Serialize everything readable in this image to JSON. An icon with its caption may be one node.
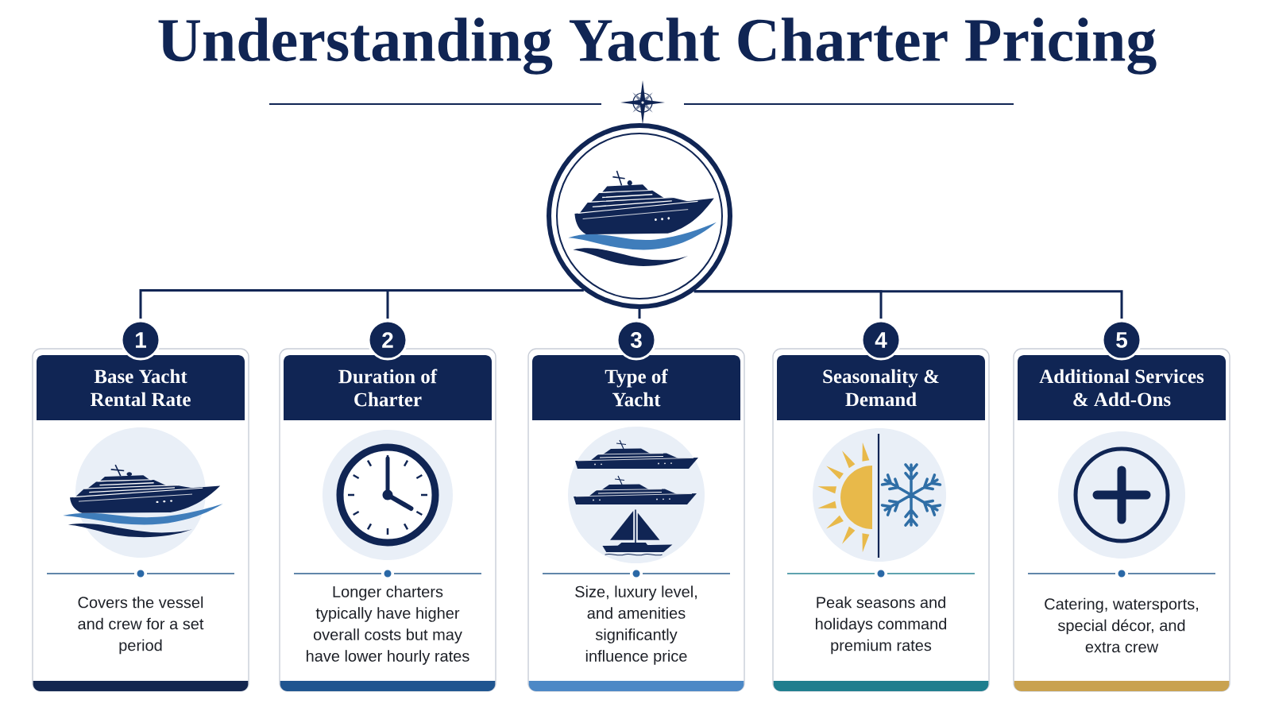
{
  "diagram": {
    "title": "Understanding Yacht Charter Pricing",
    "nodes": [
      {
        "text": [],
        "shape": "circle"
      },
      {
        "text": [
          "1",
          "Base Yacht Rental Rate",
          "Covers the vessel and crew for a set period"
        ]
      },
      {
        "text": [
          "2",
          "Duration of Charter",
          "Longer charters typically have higher overall costs but may have lower hourly rates"
        ]
      },
      {
        "text": [
          "3",
          "Type of Yacht",
          "Size, luxury level, and amenities significantly influence price"
        ]
      },
      {
        "text": [
          "4",
          "Seasonality & Demand",
          "Peak seasons and holidays command premium rates"
        ]
      },
      {
        "text": [
          "5",
          "Additional Services & Add-Ons",
          "Catering, watersports, special décor, and extra crew"
        ]
      }
    ],
    "edges": [
      {
        "from": 0,
        "to": 1,
        "arrow": "none"
      },
      {
        "from": 0,
        "to": 2,
        "arrow": "none"
      },
      {
        "from": 0,
        "to": 3,
        "arrow": "none"
      },
      {
        "from": 0,
        "to": 4,
        "arrow": "none"
      },
      {
        "from": 0,
        "to": 5,
        "arrow": "none"
      }
    ]
  }
}
